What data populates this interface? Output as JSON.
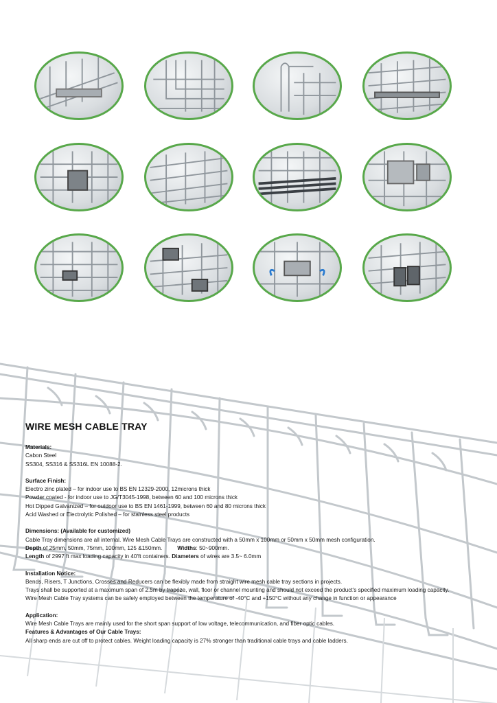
{
  "title": "WIRE MESH CABLE TRAY",
  "materials": {
    "heading": "Materials:",
    "lines": [
      "Cabon   Steel",
      "SS304, SS316 & SS316L EN 10088-2."
    ]
  },
  "surface_finish": {
    "heading": "Surface Finish:",
    "lines": [
      "Electro zinc plated – for indoor use to BS EN 12329-2000, 12microns thick",
      "Powder coated - for indoor use to JG/T3045-1998, between 60 and 100 microns thick",
      "Hot Dipped Galvanized – for outdoor use to BS EN 1461-1999, between 60 and 80 microns thick",
      "Acid Washed or Electrolytic Polished – for stainless steel products"
    ]
  },
  "dimensions": {
    "heading": "Dimensions: (Available for customized)",
    "line1": "Cable Tray dimensions are all internal. Wire Mesh Cable Trays are constructed with a 50mm x 100mm or 50mm x 50mm mesh configuration.",
    "depth_label": "Depth",
    "depth_text": " of 25mm, 50mm, 75mm, 100mm, 125 &150mm.",
    "widths_label": "Widths",
    "widths_text": ": 50~900mm.",
    "length_label": "Length",
    "length_text": " of 2997 ft max loading capacity in 40'ft containers.",
    "diam_label": "Diameters",
    "diam_text": " of wires are 3.5~ 6.0mm"
  },
  "installation": {
    "heading": "Installation Notice:",
    "line1": "Bends, Risers, T Junctions, Crosses and Reducers can be flexibly made from straight wire mesh cable tray sections in projects.",
    "line2": "Trays shall be supported at a maximum span of 2.5m by trapeze, wall, floor or channel mounting and should not exceed the product's specified maximum loading capacity.",
    "line3": "Wire Mesh Cable Tray systems can be safely employed between the temperature of -40°C and +150°C without any change in function or appearance"
  },
  "application": {
    "heading": "Application:",
    "line1": "Wire Mesh Cable Trays are mainly used for the short span support of low voltage, telecommunication, and fiber optic cables.",
    "features_heading": "Features & Advantages of Our Cable Trays:",
    "line2": "All sharp ends are cut off to protect cables. Weight loading capacity is 27% stronger than traditional cable trays and cable ladders."
  },
  "colors": {
    "thumb_border": "#58a84a",
    "wire": "#9ea4aa"
  }
}
